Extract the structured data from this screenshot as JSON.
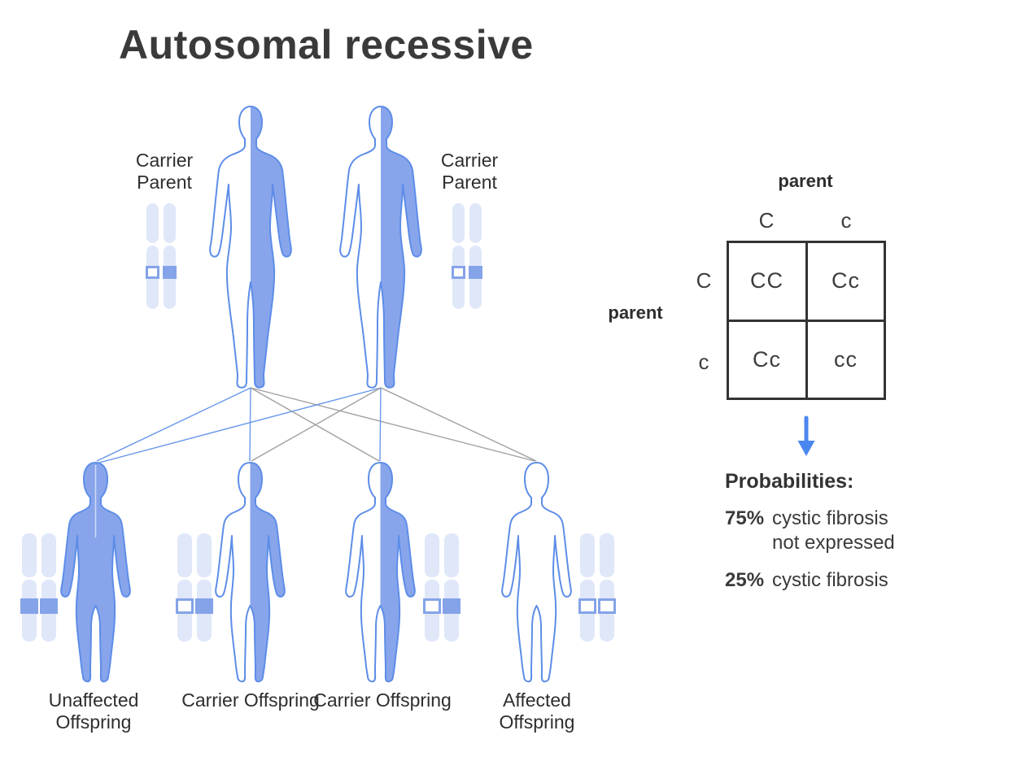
{
  "title": "Autosomal recessive",
  "pedigree": {
    "parents": [
      {
        "label": "Carrier Parent",
        "type": "carrier",
        "markers": [
          "outline",
          "filled"
        ]
      },
      {
        "label": "Carrier Parent",
        "type": "carrier",
        "markers": [
          "outline",
          "filled"
        ]
      }
    ],
    "offspring": [
      {
        "label": "Unaffected Offspring",
        "type": "unaffected",
        "markers": [
          "filled",
          "filled"
        ]
      },
      {
        "label": "Carrier Offspring",
        "type": "carrier",
        "markers": [
          "outline",
          "filled"
        ]
      },
      {
        "label": "Carrier Offspring",
        "type": "carrier",
        "markers": [
          "outline",
          "filled"
        ]
      },
      {
        "label": "Affected Offspring",
        "type": "affected",
        "markers": [
          "outline",
          "outline"
        ]
      }
    ],
    "inheritance_lines": [
      {
        "from": "parent-1",
        "to": "offspring-1",
        "allele": "C"
      },
      {
        "from": "parent-1",
        "to": "offspring-2",
        "allele": "C"
      },
      {
        "from": "parent-1",
        "to": "offspring-3",
        "allele": "c"
      },
      {
        "from": "parent-1",
        "to": "offspring-4",
        "allele": "c"
      },
      {
        "from": "parent-2",
        "to": "offspring-1",
        "allele": "C"
      },
      {
        "from": "parent-2",
        "to": "offspring-2",
        "allele": "c"
      },
      {
        "from": "parent-2",
        "to": "offspring-3",
        "allele": "C"
      },
      {
        "from": "parent-2",
        "to": "offspring-4",
        "allele": "c"
      }
    ]
  },
  "punnett": {
    "top_label": "parent",
    "side_label": "parent",
    "col_headers": [
      "C",
      "c"
    ],
    "row_headers": [
      "C",
      "c"
    ],
    "cells": [
      [
        "CC",
        "Cc"
      ],
      [
        "Cc",
        "cc"
      ]
    ]
  },
  "probabilities": {
    "heading": "Probabilities:",
    "items": [
      {
        "value": "75%",
        "line1": "cystic fibrosis",
        "line2": "not expressed"
      },
      {
        "value": "25%",
        "line1": "cystic fibrosis",
        "line2": ""
      }
    ]
  },
  "colors": {
    "body-fill": "#88a5eb",
    "body-stroke": "#5d8de8",
    "chrom-light": "#dfe7f9",
    "marker-blue": "#84a3e8",
    "line-blue": "#6897eb",
    "line-gray": "#a0a0a0",
    "arrow-blue": "#4a87f1",
    "ink": "#3a3a3a",
    "grid": "#333333"
  }
}
